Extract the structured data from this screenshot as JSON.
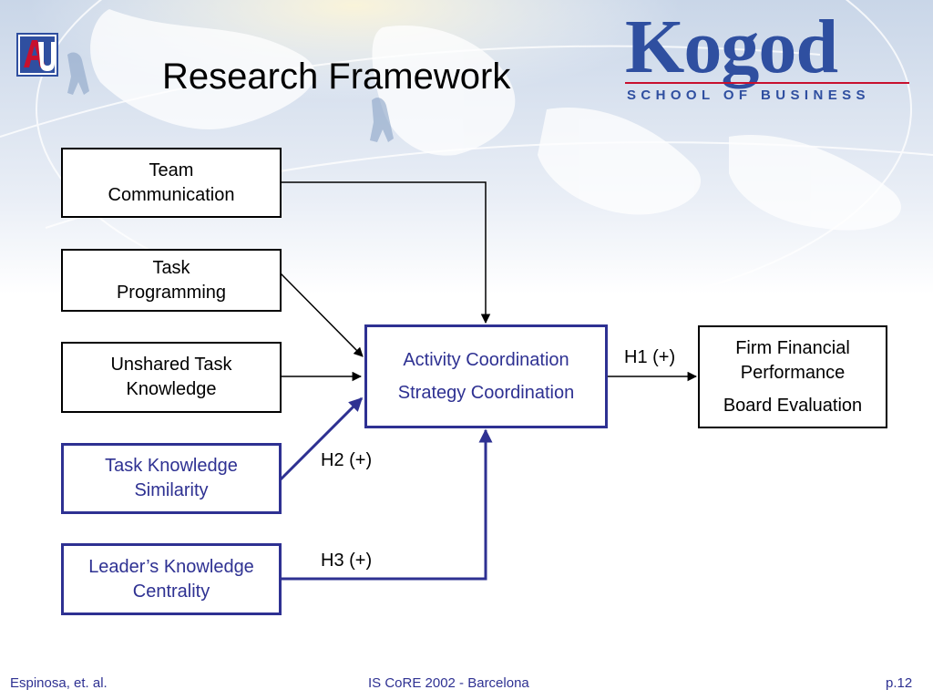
{
  "slide": {
    "title": "Research Framework",
    "kogod_logo": {
      "word": "Kogod",
      "subtitle": "SCHOOL OF BUSINESS"
    },
    "au_logo": {
      "text": "AU"
    }
  },
  "diagram": {
    "inputs": [
      {
        "lines": [
          "Team",
          "Communication"
        ],
        "style": "black"
      },
      {
        "lines": [
          "Task",
          "Programming"
        ],
        "style": "black"
      },
      {
        "lines": [
          "Unshared Task",
          "Knowledge"
        ],
        "style": "black"
      },
      {
        "lines": [
          "Task Knowledge",
          "Similarity"
        ],
        "style": "blue"
      },
      {
        "lines": [
          "Leader’s Knowledge",
          "Centrality"
        ],
        "style": "blue"
      }
    ],
    "mediator": {
      "lines": [
        "Activity Coordination",
        "Strategy Coordination"
      ]
    },
    "outcome": {
      "lines": [
        "Firm Financial",
        "Performance",
        "Board Evaluation"
      ]
    },
    "hypotheses": {
      "h1": "H1 (+)",
      "h2": "H2 (+)",
      "h3": "H3 (+)"
    }
  },
  "footer": {
    "left": "Espinosa, et. al.",
    "center": "IS CoRE 2002 - Barcelona",
    "right": "p.12"
  },
  "colors": {
    "blue": "#2e3192",
    "black": "#000000",
    "kogod_blue": "#2f4fa0"
  }
}
